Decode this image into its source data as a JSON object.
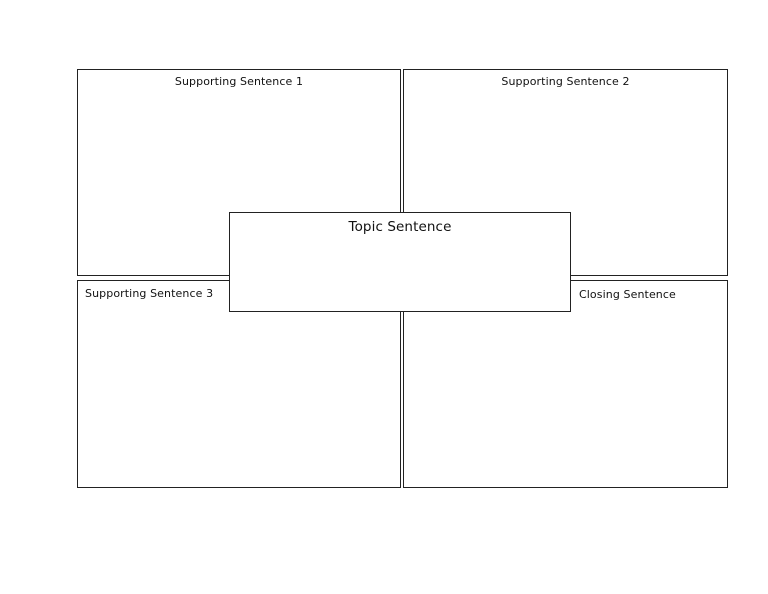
{
  "organizer": {
    "supporting_1": "Supporting Sentence 1",
    "supporting_2": "Supporting Sentence 2",
    "supporting_3": "Supporting Sentence 3",
    "closing": "Closing Sentence",
    "topic": "Topic Sentence"
  },
  "colors": {
    "border": "#222222",
    "background": "#ffffff"
  }
}
